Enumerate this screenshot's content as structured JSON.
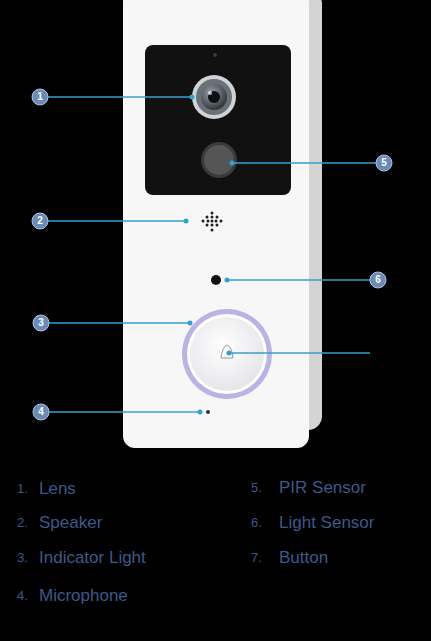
{
  "diagram": {
    "labels": [
      "1",
      "2",
      "3",
      "4",
      "5",
      "6",
      "1.",
      "Lens",
      "2.",
      "Speaker",
      "3.",
      "Indicator Light",
      "4.",
      "Microphone",
      "5.",
      "PIR Sensor",
      "6.",
      "Light Sensor",
      "7.",
      "Button"
    ]
  }
}
